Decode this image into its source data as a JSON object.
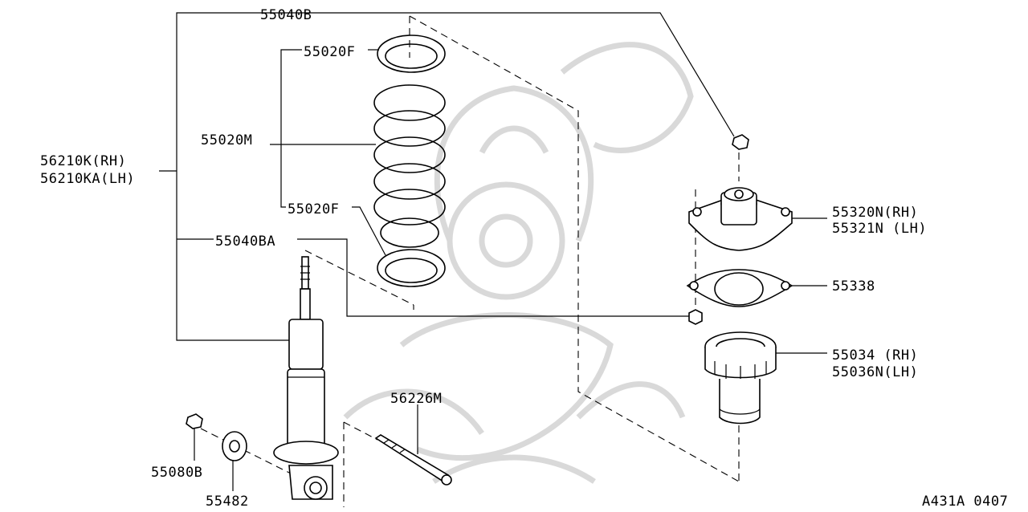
{
  "labels": {
    "p55040B": "55040B",
    "p55020F_top": "55020F",
    "p55020M": "55020M",
    "p55020F_bottom": "55020F",
    "p56210K": "56210K(RH)",
    "p56210KA": "56210KA(LH)",
    "p55040BA": "55040BA",
    "p56226M": "56226M",
    "p55080B": "55080B",
    "p55482": "55482",
    "p55320N": "55320N(RH)",
    "p55321N": "55321N (LH)",
    "p55338": "55338",
    "p55034": "55034 (RH)",
    "p55036N": "55036N(LH)",
    "diagram_code": "A431A 0407"
  },
  "colors": {
    "line": "#000000",
    "watermark": "#d9d9d9",
    "background": "#ffffff"
  }
}
